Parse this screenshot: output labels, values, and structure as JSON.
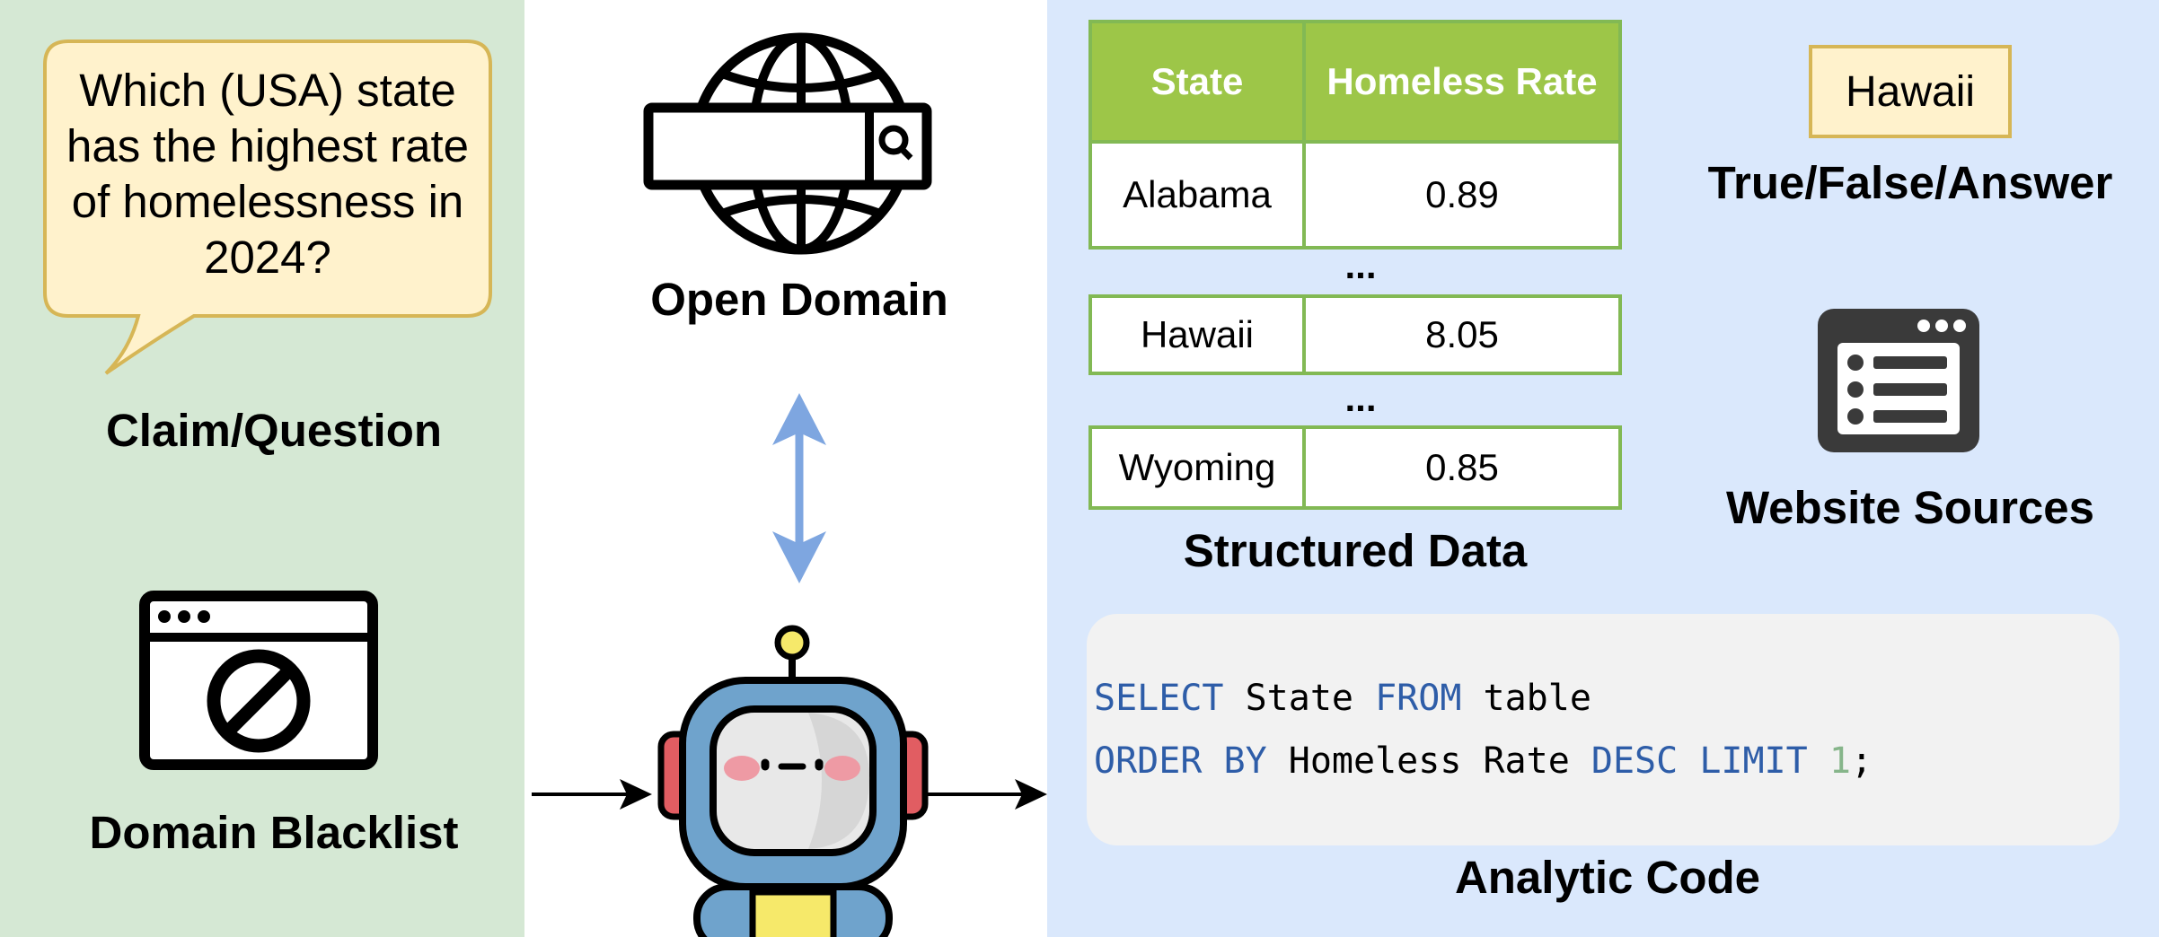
{
  "colors": {
    "left_panel": "#d5e8d4",
    "right_panel": "#dae8fc",
    "bubble_fill": "#fff2cc",
    "bubble_border": "#d6b656",
    "table_header": "#9dc648",
    "table_border": "#82b954",
    "double_arrow": "#7ea6e0",
    "code_keyword": "#2e5da8",
    "code_number": "#86b58a"
  },
  "icons": [
    "speech-bubble",
    "globe-search-icon",
    "robot-icon",
    "blocked-website-icon",
    "website-list-icon"
  ],
  "claim": {
    "question": "Which (USA) state has the highest rate of homelessness in 2024?",
    "label": "Claim/Question"
  },
  "blacklist": {
    "label": "Domain Blacklist"
  },
  "open_domain": {
    "label": "Open Domain"
  },
  "table": {
    "headers": [
      "State",
      "Homeless Rate"
    ],
    "rows": [
      [
        "Alabama",
        "0.89"
      ],
      [
        "Hawaii",
        "8.05"
      ],
      [
        "Wyoming",
        "0.85"
      ]
    ],
    "ellipsis": "...",
    "label": "Structured Data"
  },
  "answer": {
    "value": "Hawaii",
    "label": "True/False/Answer"
  },
  "sources": {
    "label": "Website Sources"
  },
  "code": {
    "line1": {
      "kw1": "SELECT",
      "t1": " State ",
      "kw2": "FROM",
      "t2": " table"
    },
    "line2": {
      "kw1": "ORDER BY",
      "t1": " Homeless Rate ",
      "kw2": "DESC",
      "t2": " ",
      "kw3": "LIMIT",
      "t3": " ",
      "num": "1",
      "t4": ";"
    },
    "label": "Analytic Code"
  }
}
